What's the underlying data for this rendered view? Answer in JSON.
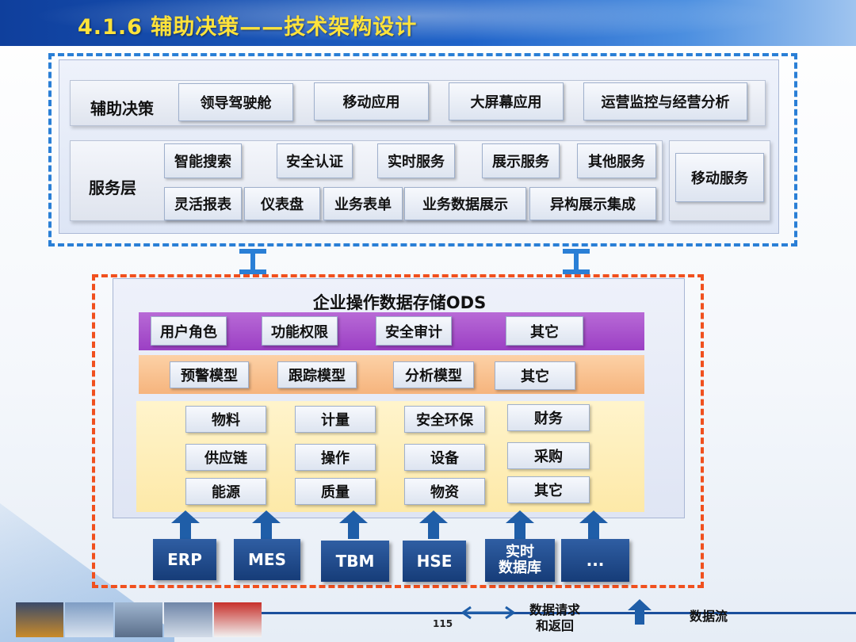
{
  "title": "4.1.6 辅助决策——技术架构设计",
  "top_section": {
    "row1": {
      "label": "辅助决策",
      "items": [
        "领导驾驶舱",
        "移动应用",
        "大屏幕应用",
        "运营监控与经营分析"
      ]
    },
    "row2": {
      "label": "服务层",
      "line1": [
        "智能搜索",
        "安全认证",
        "实时服务",
        "展示服务",
        "其他服务"
      ],
      "line2": [
        "灵活报表",
        "仪表盘",
        "业务表单",
        "业务数据展示",
        "异构展示集成"
      ],
      "side": "移动服务"
    }
  },
  "ods": {
    "title": "企业操作数据存储ODS",
    "purple_row": [
      "用户角色",
      "功能权限",
      "安全审计",
      "其它"
    ],
    "orange_row": [
      "预警模型",
      "跟踪模型",
      "分析模型",
      "其它"
    ],
    "data_grid": [
      [
        "物料",
        "计量",
        "安全环保",
        "财务"
      ],
      [
        "供应链",
        "操作",
        "设备",
        "采购"
      ],
      [
        "能源",
        "质量",
        "物资",
        "其它"
      ]
    ]
  },
  "sources": [
    "ERP",
    "MES",
    "TBM",
    "HSE",
    "实时\n数据库",
    "..."
  ],
  "footer": {
    "page": "115",
    "legend_request": "数据请求\n和返回",
    "legend_flow": "数据流"
  },
  "colors": {
    "title": "#ffe33b",
    "blue_frame": "#2a7fd6",
    "red_frame": "#f0501e",
    "source_box": "#1f4a8a",
    "arrow": "#1f5ea8"
  }
}
